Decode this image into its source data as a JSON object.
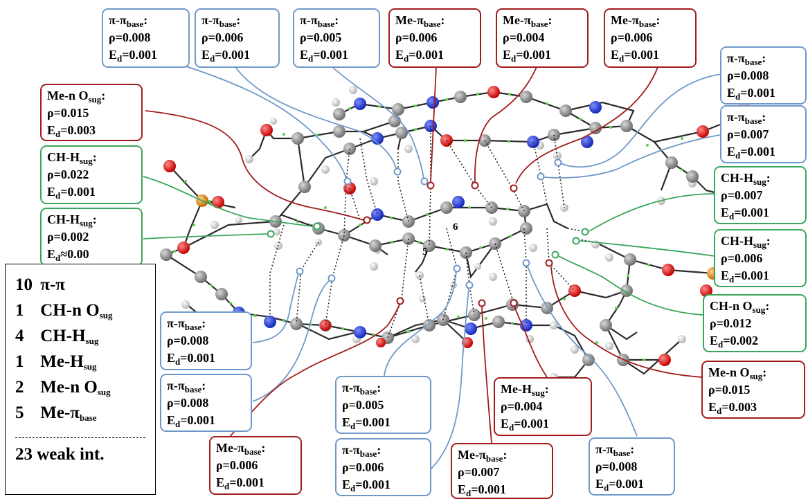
{
  "interactions": [
    {
      "id": "b1",
      "kind": "pi",
      "label": "π-π",
      "sub": "base",
      "rho": "ρ=0.008",
      "ed_pre": "E",
      "ed_sub": "d",
      "ed_val": "=0.001"
    },
    {
      "id": "b2",
      "kind": "pi",
      "label": "π-π",
      "sub": "base",
      "rho": "ρ=0.006",
      "ed_pre": "E",
      "ed_sub": "d",
      "ed_val": "=0.001"
    },
    {
      "id": "b3",
      "kind": "pi",
      "label": "π-π",
      "sub": "base",
      "rho": "ρ=0.005",
      "ed_pre": "E",
      "ed_sub": "d",
      "ed_val": "=0.001"
    },
    {
      "id": "b4",
      "kind": "me",
      "label": "Me-π",
      "sub": "base",
      "rho": "ρ=0.006",
      "ed_pre": "E",
      "ed_sub": "d",
      "ed_val": "=0.001"
    },
    {
      "id": "b5",
      "kind": "me",
      "label": "Me-π",
      "sub": "base",
      "rho": "ρ=0.004",
      "ed_pre": "E",
      "ed_sub": "d",
      "ed_val": "=0.001"
    },
    {
      "id": "b6",
      "kind": "me",
      "label": "Me-π",
      "sub": "base",
      "rho": "ρ=0.006",
      "ed_pre": "E",
      "ed_sub": "d",
      "ed_val": "=0.001"
    },
    {
      "id": "b7",
      "kind": "pi",
      "label": "π-π",
      "sub": "base",
      "rho": "ρ=0.008",
      "ed_pre": "E",
      "ed_sub": "d",
      "ed_val": "=0.001"
    },
    {
      "id": "b8",
      "kind": "pi",
      "label": "π-π",
      "sub": "base",
      "rho": "ρ=0.007",
      "ed_pre": "E",
      "ed_sub": "d",
      "ed_val": "=0.001"
    },
    {
      "id": "b9",
      "kind": "me",
      "label": "Me-n O",
      "sub": "sug",
      "rho": "ρ=0.015",
      "ed_pre": "E",
      "ed_sub": "d",
      "ed_val": "=0.003"
    },
    {
      "id": "b10",
      "kind": "ch",
      "label": "CH-H",
      "sub": "sug",
      "rho": "ρ=0.022",
      "ed_pre": "E",
      "ed_sub": "d",
      "ed_val": "=0.001"
    },
    {
      "id": "b11",
      "kind": "ch",
      "label": "CH-H",
      "sub": "sug",
      "rho": "ρ=0.002",
      "ed_pre": "E",
      "ed_sub": "d",
      "ed_val": "≈0.00"
    },
    {
      "id": "b12",
      "kind": "ch",
      "label": "CH-H",
      "sub": "sug",
      "rho": "ρ=0.007",
      "ed_pre": "E",
      "ed_sub": "d",
      "ed_val": "=0.001"
    },
    {
      "id": "b13",
      "kind": "ch",
      "label": "CH-H",
      "sub": "sug",
      "rho": "ρ=0.006",
      "ed_pre": "E",
      "ed_sub": "d",
      "ed_val": "=0.001"
    },
    {
      "id": "b14",
      "kind": "ch",
      "label": "CH-n O",
      "sub": "sug",
      "rho": "ρ=0.012",
      "ed_pre": "E",
      "ed_sub": "d",
      "ed_val": "=0.002"
    },
    {
      "id": "b15",
      "kind": "me",
      "label": "Me-n O",
      "sub": "sug",
      "rho": "ρ=0.015",
      "ed_pre": "E",
      "ed_sub": "d",
      "ed_val": "=0.003"
    },
    {
      "id": "b16",
      "kind": "pi",
      "label": "π-π",
      "sub": "base",
      "rho": "ρ=0.008",
      "ed_pre": "E",
      "ed_sub": "d",
      "ed_val": "=0.001"
    },
    {
      "id": "b17",
      "kind": "pi",
      "label": "π-π",
      "sub": "base",
      "rho": "ρ=0.008",
      "ed_pre": "E",
      "ed_sub": "d",
      "ed_val": "=0.001"
    },
    {
      "id": "b18",
      "kind": "pi",
      "label": "π-π",
      "sub": "base",
      "rho": "ρ=0.005",
      "ed_pre": "E",
      "ed_sub": "d",
      "ed_val": "=0.001"
    },
    {
      "id": "b19",
      "kind": "pi",
      "label": "π-π",
      "sub": "base",
      "rho": "ρ=0.006",
      "ed_pre": "E",
      "ed_sub": "d",
      "ed_val": "=0.001"
    },
    {
      "id": "b20",
      "kind": "me",
      "label": "Me-π",
      "sub": "base",
      "rho": "ρ=0.006",
      "ed_pre": "E",
      "ed_sub": "d",
      "ed_val": "=0.001"
    },
    {
      "id": "b21",
      "kind": "me",
      "label": "Me-π",
      "sub": "base",
      "rho": "ρ=0.007",
      "ed_pre": "E",
      "ed_sub": "d",
      "ed_val": "=0.001"
    },
    {
      "id": "b22",
      "kind": "me",
      "label": "Me-H",
      "sub": "sug",
      "rho": "ρ=0.004",
      "ed_pre": "E",
      "ed_sub": "d",
      "ed_val": "=0.001"
    },
    {
      "id": "b23",
      "kind": "pi",
      "label": "π-π",
      "sub": "base",
      "rho": "ρ=0.008",
      "ed_pre": "E",
      "ed_sub": "d",
      "ed_val": "=0.001"
    }
  ],
  "summary": {
    "rows": [
      {
        "count": "10",
        "label": "π-π",
        "sub": ""
      },
      {
        "count": "1",
        "label": "CH-n O",
        "sub": "sug"
      },
      {
        "count": "4",
        "label": "CH-H",
        "sub": "sug"
      },
      {
        "count": "1",
        "label": "Me-H",
        "sub": "sug"
      },
      {
        "count": "2",
        "label": "Me-n O",
        "sub": "sug"
      },
      {
        "count": "5",
        "label": "Me-π",
        "sub": "base"
      }
    ],
    "total": "23 weak int."
  },
  "atom_labels": {
    "l5": "5",
    "l6": "6"
  },
  "colors": {
    "pi": "#6f98c9",
    "me": "#a11b1b",
    "ch": "#3aa65a",
    "carbon": "#808080",
    "nitrogen": "#2a3fd6",
    "oxygen": "#e01010",
    "phosphorus": "#e08a10",
    "hydrogen": "#e8e8e8",
    "bcp": "#5dd04a"
  },
  "icons": {
    "pi_cp": "blue-critical-point-marker-icon",
    "me_cp": "red-critical-point-marker-icon",
    "ch_cp": "green-critical-point-marker-icon"
  }
}
